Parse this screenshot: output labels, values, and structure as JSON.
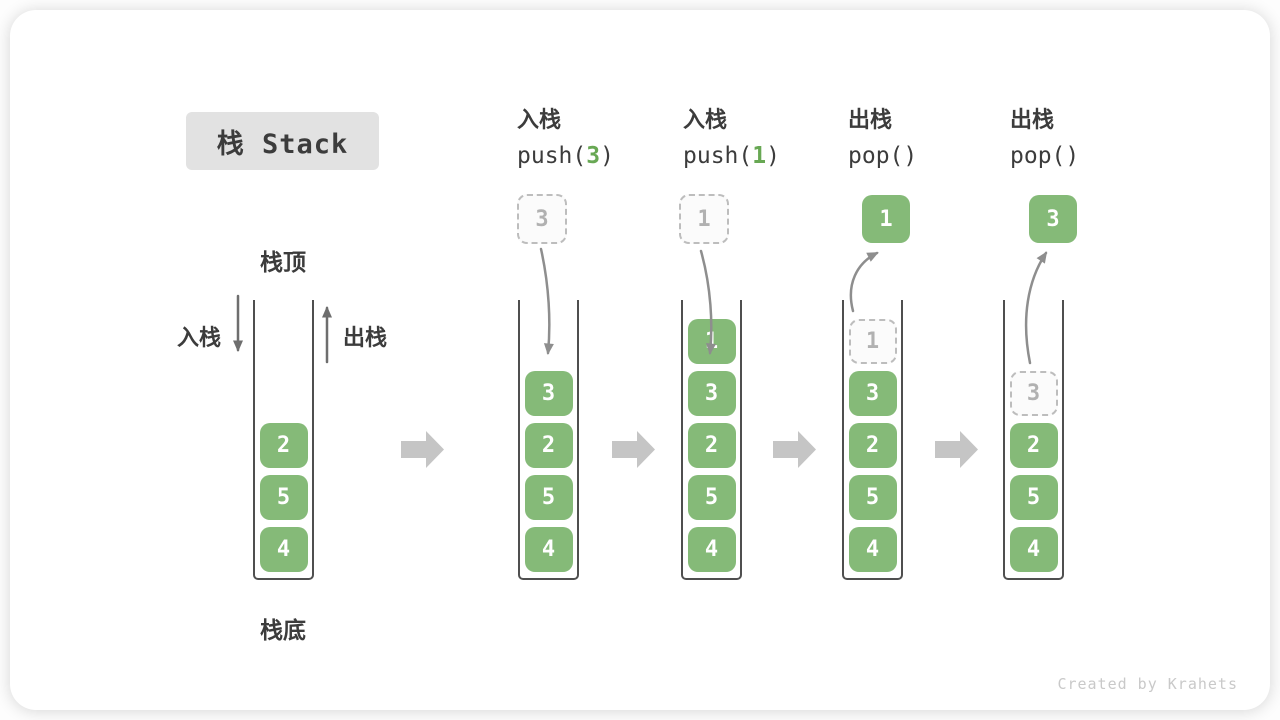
{
  "title": {
    "text": "栈 Stack"
  },
  "ops": [
    {
      "zh": "入栈",
      "fn": "push(",
      "arg": "3",
      "close": ")"
    },
    {
      "zh": "入栈",
      "fn": "push(",
      "arg": "1",
      "close": ")"
    },
    {
      "zh": "出栈",
      "fn": "pop(",
      "arg": "",
      "close": ")"
    },
    {
      "zh": "出栈",
      "fn": "pop(",
      "arg": "",
      "close": ")"
    }
  ],
  "side": {
    "push": "入栈",
    "pop": "出栈"
  },
  "markers": {
    "top": "栈顶",
    "bottom": "栈底"
  },
  "floats": [
    {
      "value": "3",
      "style": "ghost"
    },
    {
      "value": "1",
      "style": "ghost"
    },
    {
      "value": "1",
      "style": "solid"
    },
    {
      "value": "3",
      "style": "solid"
    }
  ],
  "stacks": [
    {
      "blocks": [
        {
          "v": "2",
          "style": "solid"
        },
        {
          "v": "5",
          "style": "solid"
        },
        {
          "v": "4",
          "style": "solid"
        }
      ]
    },
    {
      "blocks": [
        {
          "v": "3",
          "style": "solid"
        },
        {
          "v": "2",
          "style": "solid"
        },
        {
          "v": "5",
          "style": "solid"
        },
        {
          "v": "4",
          "style": "solid"
        }
      ]
    },
    {
      "blocks": [
        {
          "v": "1",
          "style": "solid"
        },
        {
          "v": "3",
          "style": "solid"
        },
        {
          "v": "2",
          "style": "solid"
        },
        {
          "v": "5",
          "style": "solid"
        },
        {
          "v": "4",
          "style": "solid"
        }
      ]
    },
    {
      "blocks": [
        {
          "v": "1",
          "style": "ghost"
        },
        {
          "v": "3",
          "style": "solid"
        },
        {
          "v": "2",
          "style": "solid"
        },
        {
          "v": "5",
          "style": "solid"
        },
        {
          "v": "4",
          "style": "solid"
        }
      ]
    },
    {
      "blocks": [
        {
          "v": "3",
          "style": "ghost"
        },
        {
          "v": "2",
          "style": "solid"
        },
        {
          "v": "5",
          "style": "solid"
        },
        {
          "v": "4",
          "style": "solid"
        }
      ]
    }
  ],
  "watermark": "Created by Krahets",
  "colors": {
    "block_green": "#85ba78",
    "arg_green": "#68a854",
    "ghost_border": "#bdbdbd",
    "ghost_text": "#b1b1b1",
    "text_dark": "#3c3c3c",
    "flow_arrow": "#c5c5c5",
    "motion_arrow": "#8e8e8e",
    "wall": "#4f4f4f",
    "title_bg": "#e2e2e2",
    "watermark": "#c9c9c9"
  }
}
